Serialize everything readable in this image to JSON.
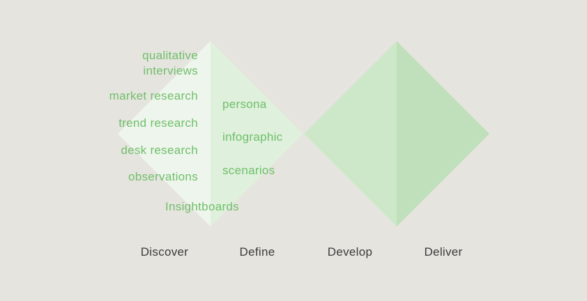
{
  "colors": {
    "background": "#e6e4df",
    "discover_fill": "#eef5ec",
    "define_fill": "#dff0dc",
    "develop_fill": "#cde8c9",
    "deliver_fill": "#bfe0ba",
    "method_text": "#6fbf6a",
    "stage_text": "#3a3a3a"
  },
  "discover_methods": [
    "qualitative\ninterviews",
    "market research",
    "trend research",
    "desk research",
    "observations"
  ],
  "define_methods": [
    "persona",
    "infographic",
    "scenarios"
  ],
  "shared_method": "Insightboards",
  "stages": [
    "Discover",
    "Define",
    "Develop",
    "Deliver"
  ]
}
